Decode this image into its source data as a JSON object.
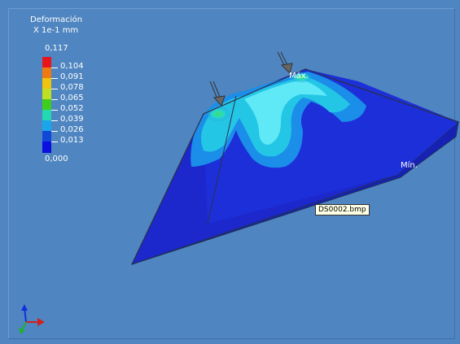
{
  "legend": {
    "title": "Deformación",
    "unit": "X 1e-1 mm",
    "max_label": "0,117",
    "min_label": "0,000",
    "ticks": [
      "0,104",
      "0,091",
      "0,078",
      "0,065",
      "0,052",
      "0,039",
      "0,026",
      "0,013"
    ],
    "scale_colors": [
      "#e8151b",
      "#f07a12",
      "#f0c40e",
      "#bfe022",
      "#3fcd1e",
      "#22d9b0",
      "#1aa6ea",
      "#1248d8",
      "#0a10e0"
    ]
  },
  "model": {
    "max_marker": "Máx.",
    "min_marker": "Mín.",
    "tooltip": "DS0002.bmp"
  },
  "colors": {
    "background": "#4f85c0",
    "surface": "#1e2ccc"
  }
}
